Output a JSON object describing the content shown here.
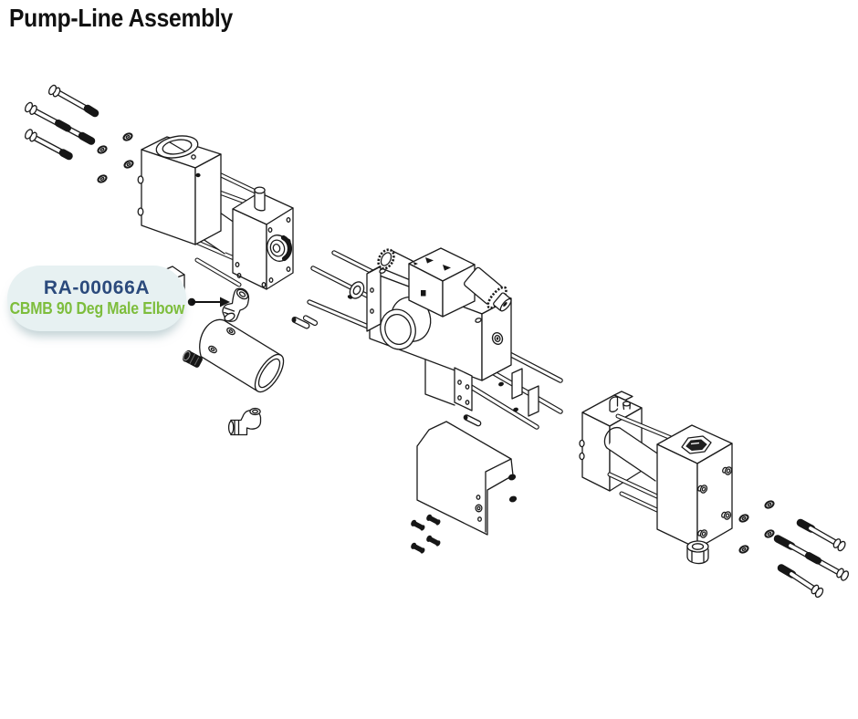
{
  "page": {
    "title": "Pump-Line Assembly",
    "background": "#ffffff"
  },
  "callout": {
    "part_number": "RA-00066A",
    "part_name": "CBMB 90 Deg Male Elbow",
    "colors": {
      "part_number": "#2b4a7c",
      "part_name": "#7dbd3c",
      "bubble": "#e7f1f2"
    }
  },
  "diagram": {
    "type": "exploded-parts-diagram",
    "line_color": "#1b1b1b",
    "components": [
      "cap-screws-upper-left",
      "washers-upper-left",
      "pump-cylinder-assembly-left",
      "cbmb-90-deg-male-elbow",
      "dowel-pin",
      "inline-cylinder",
      "hex-plug",
      "elbow-fitting-lower",
      "valve-manifold-assembly",
      "solenoid-valve",
      "tie-rods",
      "mounting-bracket",
      "bracket-screws",
      "pump-cylinder-assembly-right",
      "washers-lower-right",
      "cap-screws-lower-right"
    ]
  }
}
